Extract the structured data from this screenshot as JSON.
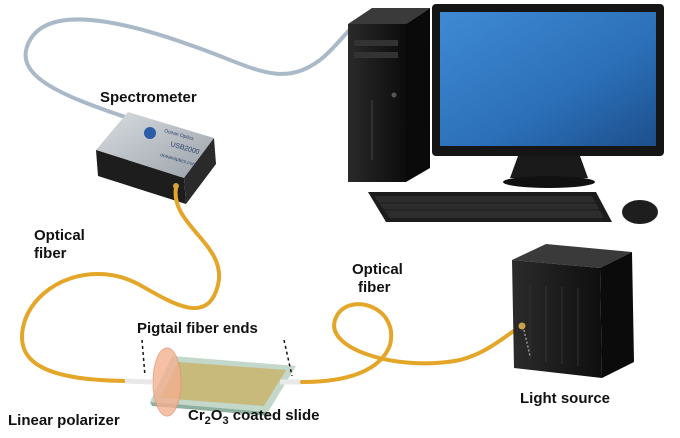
{
  "labels": {
    "spectrometer": "Spectrometer",
    "optical_fiber_left_1": "Optical",
    "optical_fiber_left_2": "fiber",
    "optical_fiber_right_1": "Optical",
    "optical_fiber_right_2": "fiber",
    "pigtail_fiber_ends": "Pigtail fiber ends",
    "linear_polarizer": "Linear polarizer",
    "coated_slide_prefix": "Cr",
    "coated_slide_sub1": "2",
    "coated_slide_mid": "O",
    "coated_slide_sub2": "3",
    "coated_slide_suffix": " coated slide",
    "light_source": "Light source"
  },
  "device_text": {
    "spectrometer_model": "USB2000",
    "spectrometer_brand": "Ocean Optics",
    "spectrometer_site": "oceanoptics.com"
  },
  "colors": {
    "fiber": "#e3a629",
    "cable": "#b9c8d6",
    "polarizer": "#f3b191",
    "slide": "#c9c07a",
    "monitor_screen": "#2b6fb8"
  }
}
